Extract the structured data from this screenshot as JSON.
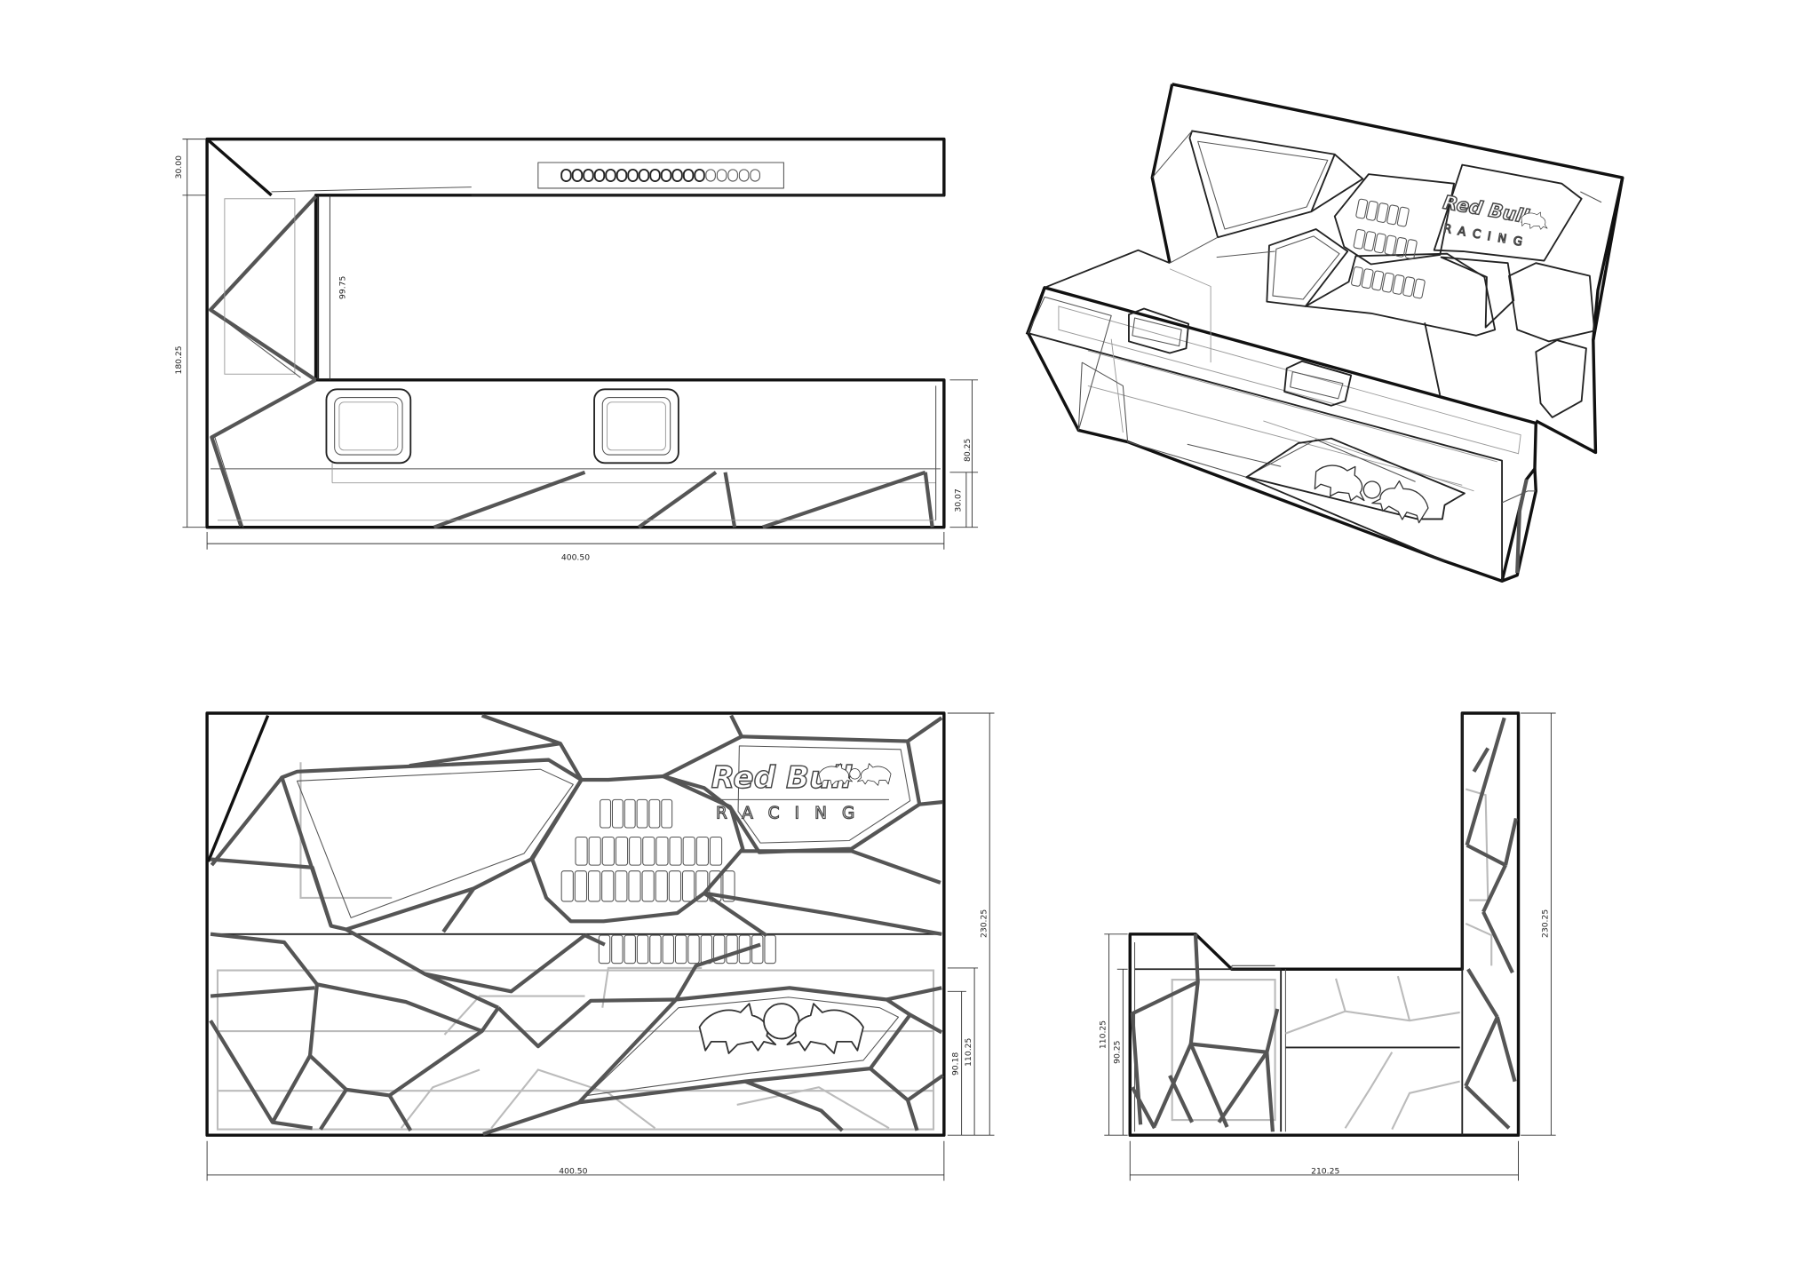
{
  "views": {
    "plan": {
      "dims": {
        "top_depth": "30.00",
        "overall_depth": "180.25",
        "inner_depth": "99.75",
        "counter_depth": "80.25",
        "front_strip": "30.07",
        "width": "400.50"
      }
    },
    "front": {
      "dims": {
        "height": "230.25",
        "counter_height": "110.25",
        "counter_top": "90.18",
        "width": "400.50"
      },
      "logo": {
        "word": "Red Bull",
        "sub": "RACING"
      }
    },
    "side": {
      "dims": {
        "height": "230.25",
        "counter_height": "110.25",
        "counter_top": "90.25",
        "width": "210.25"
      }
    },
    "iso": {
      "logo": {
        "word": "Red Bull",
        "sub": "RACING"
      }
    }
  }
}
